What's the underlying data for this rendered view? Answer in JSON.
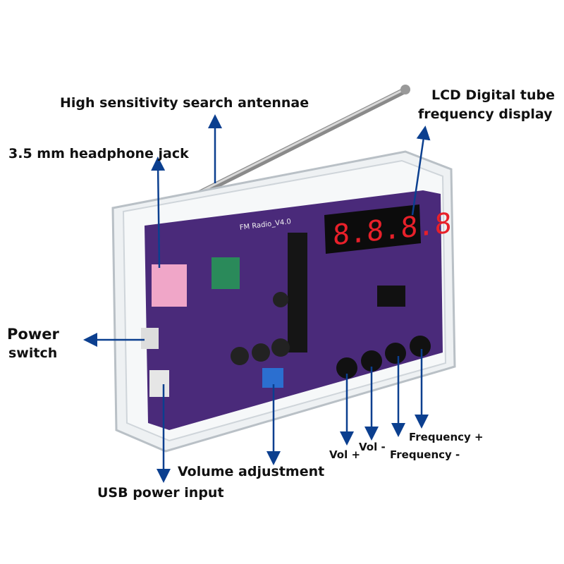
{
  "labels": {
    "antenna": "High sensitivity search antennae",
    "display_line1": "LCD Digital tube",
    "display_line2": "frequency display",
    "headphone": "3.5 mm headphone jack",
    "power_line1": "Power",
    "power_line2": "switch",
    "volume": "Volume adjustment",
    "usb": "USB power input",
    "vol_plus": "Vol +",
    "vol_minus": "Vol -",
    "freq_plus": "Frequency +",
    "freq_minus": "Frequency -"
  },
  "device": {
    "display_digits": "8.8.8.8",
    "board_label": "FM Radio_V4.0"
  },
  "colors": {
    "arrow": "#0b3f8f",
    "pcb": "#4a2a7a",
    "digit": "#e8202a"
  }
}
